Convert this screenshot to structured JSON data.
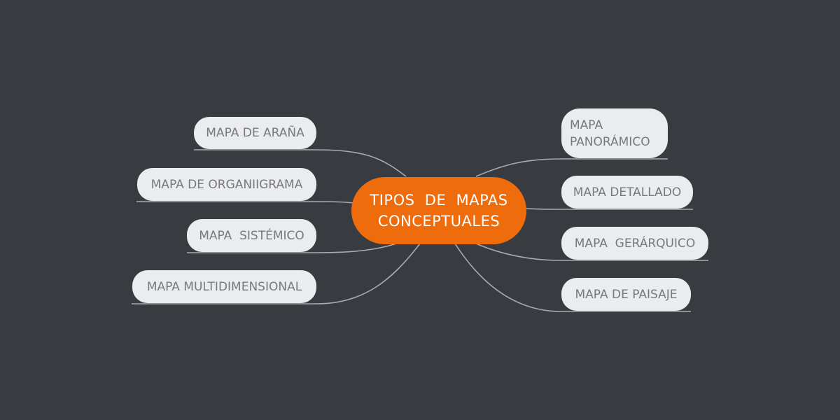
{
  "center": {
    "line1": "TIPOS  DE  MAPAS",
    "line2": "CONCEPTUALES"
  },
  "left_nodes": [
    {
      "label": "MAPA DE ARAÑA"
    },
    {
      "label": "MAPA DE ORGANIIGRAMA"
    },
    {
      "label": "MAPA  SISTÉMICO"
    },
    {
      "label": "MAPA MULTIDIMENSIONAL"
    }
  ],
  "right_nodes": [
    {
      "line1": "MAPA",
      "line2": "PANORÁMICO"
    },
    {
      "label": "MAPA DETALLADO"
    },
    {
      "label": "MAPA  GERÁRQUICO"
    },
    {
      "label": "MAPA DE PAISAJE"
    }
  ],
  "colors": {
    "background": "#383b40",
    "center_fill": "#ee6c0c",
    "node_fill": "#ebecee",
    "node_text": "#77797d",
    "connector": "#a9abae"
  }
}
